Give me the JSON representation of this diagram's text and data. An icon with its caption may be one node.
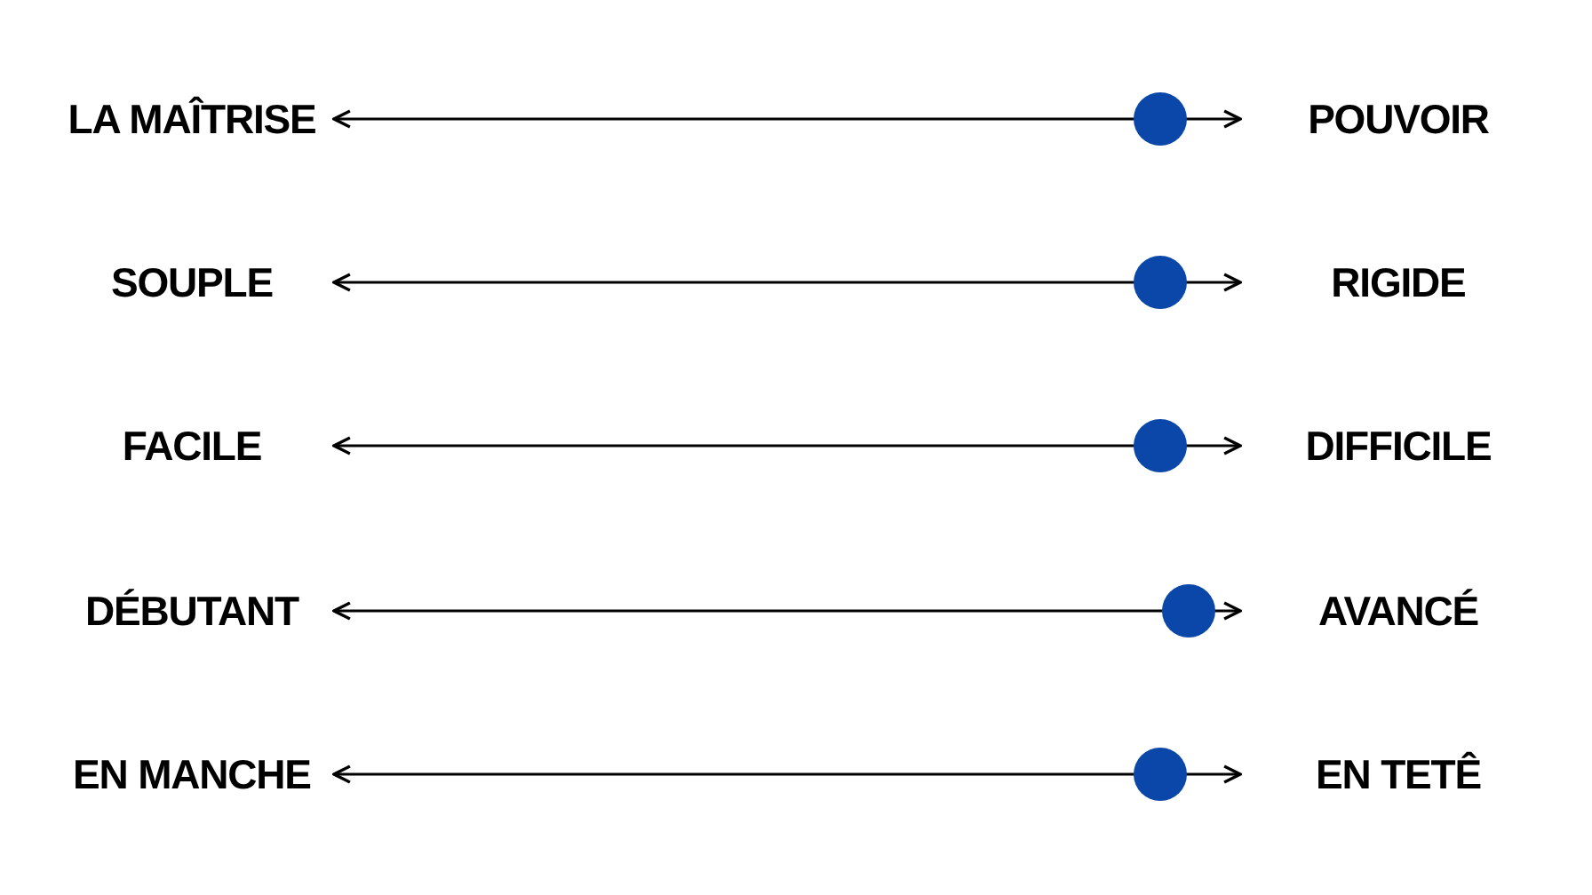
{
  "diagram": {
    "nodes": [
      {
        "text": [
          "LA MAÎTRISE"
        ]
      },
      {
        "text": [
          "POUVOIR"
        ]
      },
      {
        "text": [
          "SOUPLE"
        ]
      },
      {
        "text": [
          "RIGIDE"
        ]
      },
      {
        "text": [
          "FACILE"
        ]
      },
      {
        "text": [
          "DIFFICILE"
        ]
      },
      {
        "text": [
          "DÉBUTANT"
        ]
      },
      {
        "text": [
          "AVANCÉ"
        ]
      },
      {
        "text": [
          "EN MANCHE"
        ]
      },
      {
        "text": [
          "EN TETÊ"
        ]
      }
    ],
    "edges": [
      {
        "from": 0,
        "to": 1,
        "arrow": "both"
      },
      {
        "from": 2,
        "to": 3,
        "arrow": "both"
      },
      {
        "from": 4,
        "to": 5,
        "arrow": "both"
      },
      {
        "from": 6,
        "to": 7,
        "arrow": "both"
      },
      {
        "from": 8,
        "to": 9,
        "arrow": "both"
      }
    ]
  }
}
